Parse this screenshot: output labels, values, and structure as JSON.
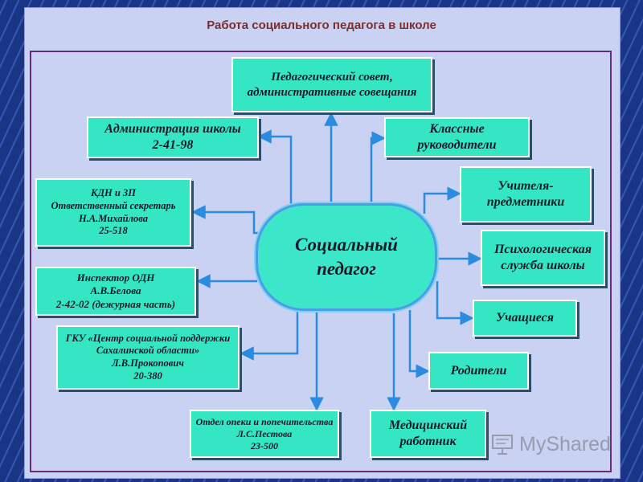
{
  "title": "Работа социального педагога в школе",
  "center": {
    "line1": "Социальный",
    "line2": "педагог"
  },
  "boxes": {
    "ped_council": {
      "lines": [
        "Педагогический совет,",
        "административные совещания"
      ]
    },
    "administration": {
      "lines": [
        "Администрация школы",
        "2-41-98"
      ]
    },
    "class_teachers": {
      "lines": [
        "Классные",
        "руководители"
      ]
    },
    "kdn": {
      "lines": [
        "КДН и ЗП",
        "Ответственный секретарь",
        "Н.А.Михайлова",
        "25-518"
      ]
    },
    "subject_teachers": {
      "lines": [
        "Учителя-",
        "предметники"
      ]
    },
    "psych_service": {
      "lines": [
        "Психологическая",
        "служба школы"
      ]
    },
    "odn": {
      "lines": [
        "Инспектор ОДН",
        "А.В.Белова",
        "2-42-02 (дежурная часть)"
      ]
    },
    "students": {
      "lines": [
        "Учащиеся"
      ]
    },
    "gku": {
      "lines": [
        "ГКУ «Центр социальной поддержки",
        "Сахалинской области»",
        "Л.В.Прокопович",
        "20-380"
      ]
    },
    "parents": {
      "lines": [
        "Родители"
      ]
    },
    "guardianship": {
      "lines": [
        "Отдел опеки и попечительства",
        "Л.С.Пестова",
        "23-500"
      ]
    },
    "medical": {
      "lines": [
        "Медицинский",
        "работник"
      ]
    }
  },
  "watermark": {
    "text": "MyShared",
    "icon": "presentation-board-icon"
  },
  "colors": {
    "box_fill": "#34e6c4",
    "arrow": "#2a8be0",
    "title": "#7a2e2e",
    "frame": "#6a2a7a"
  }
}
